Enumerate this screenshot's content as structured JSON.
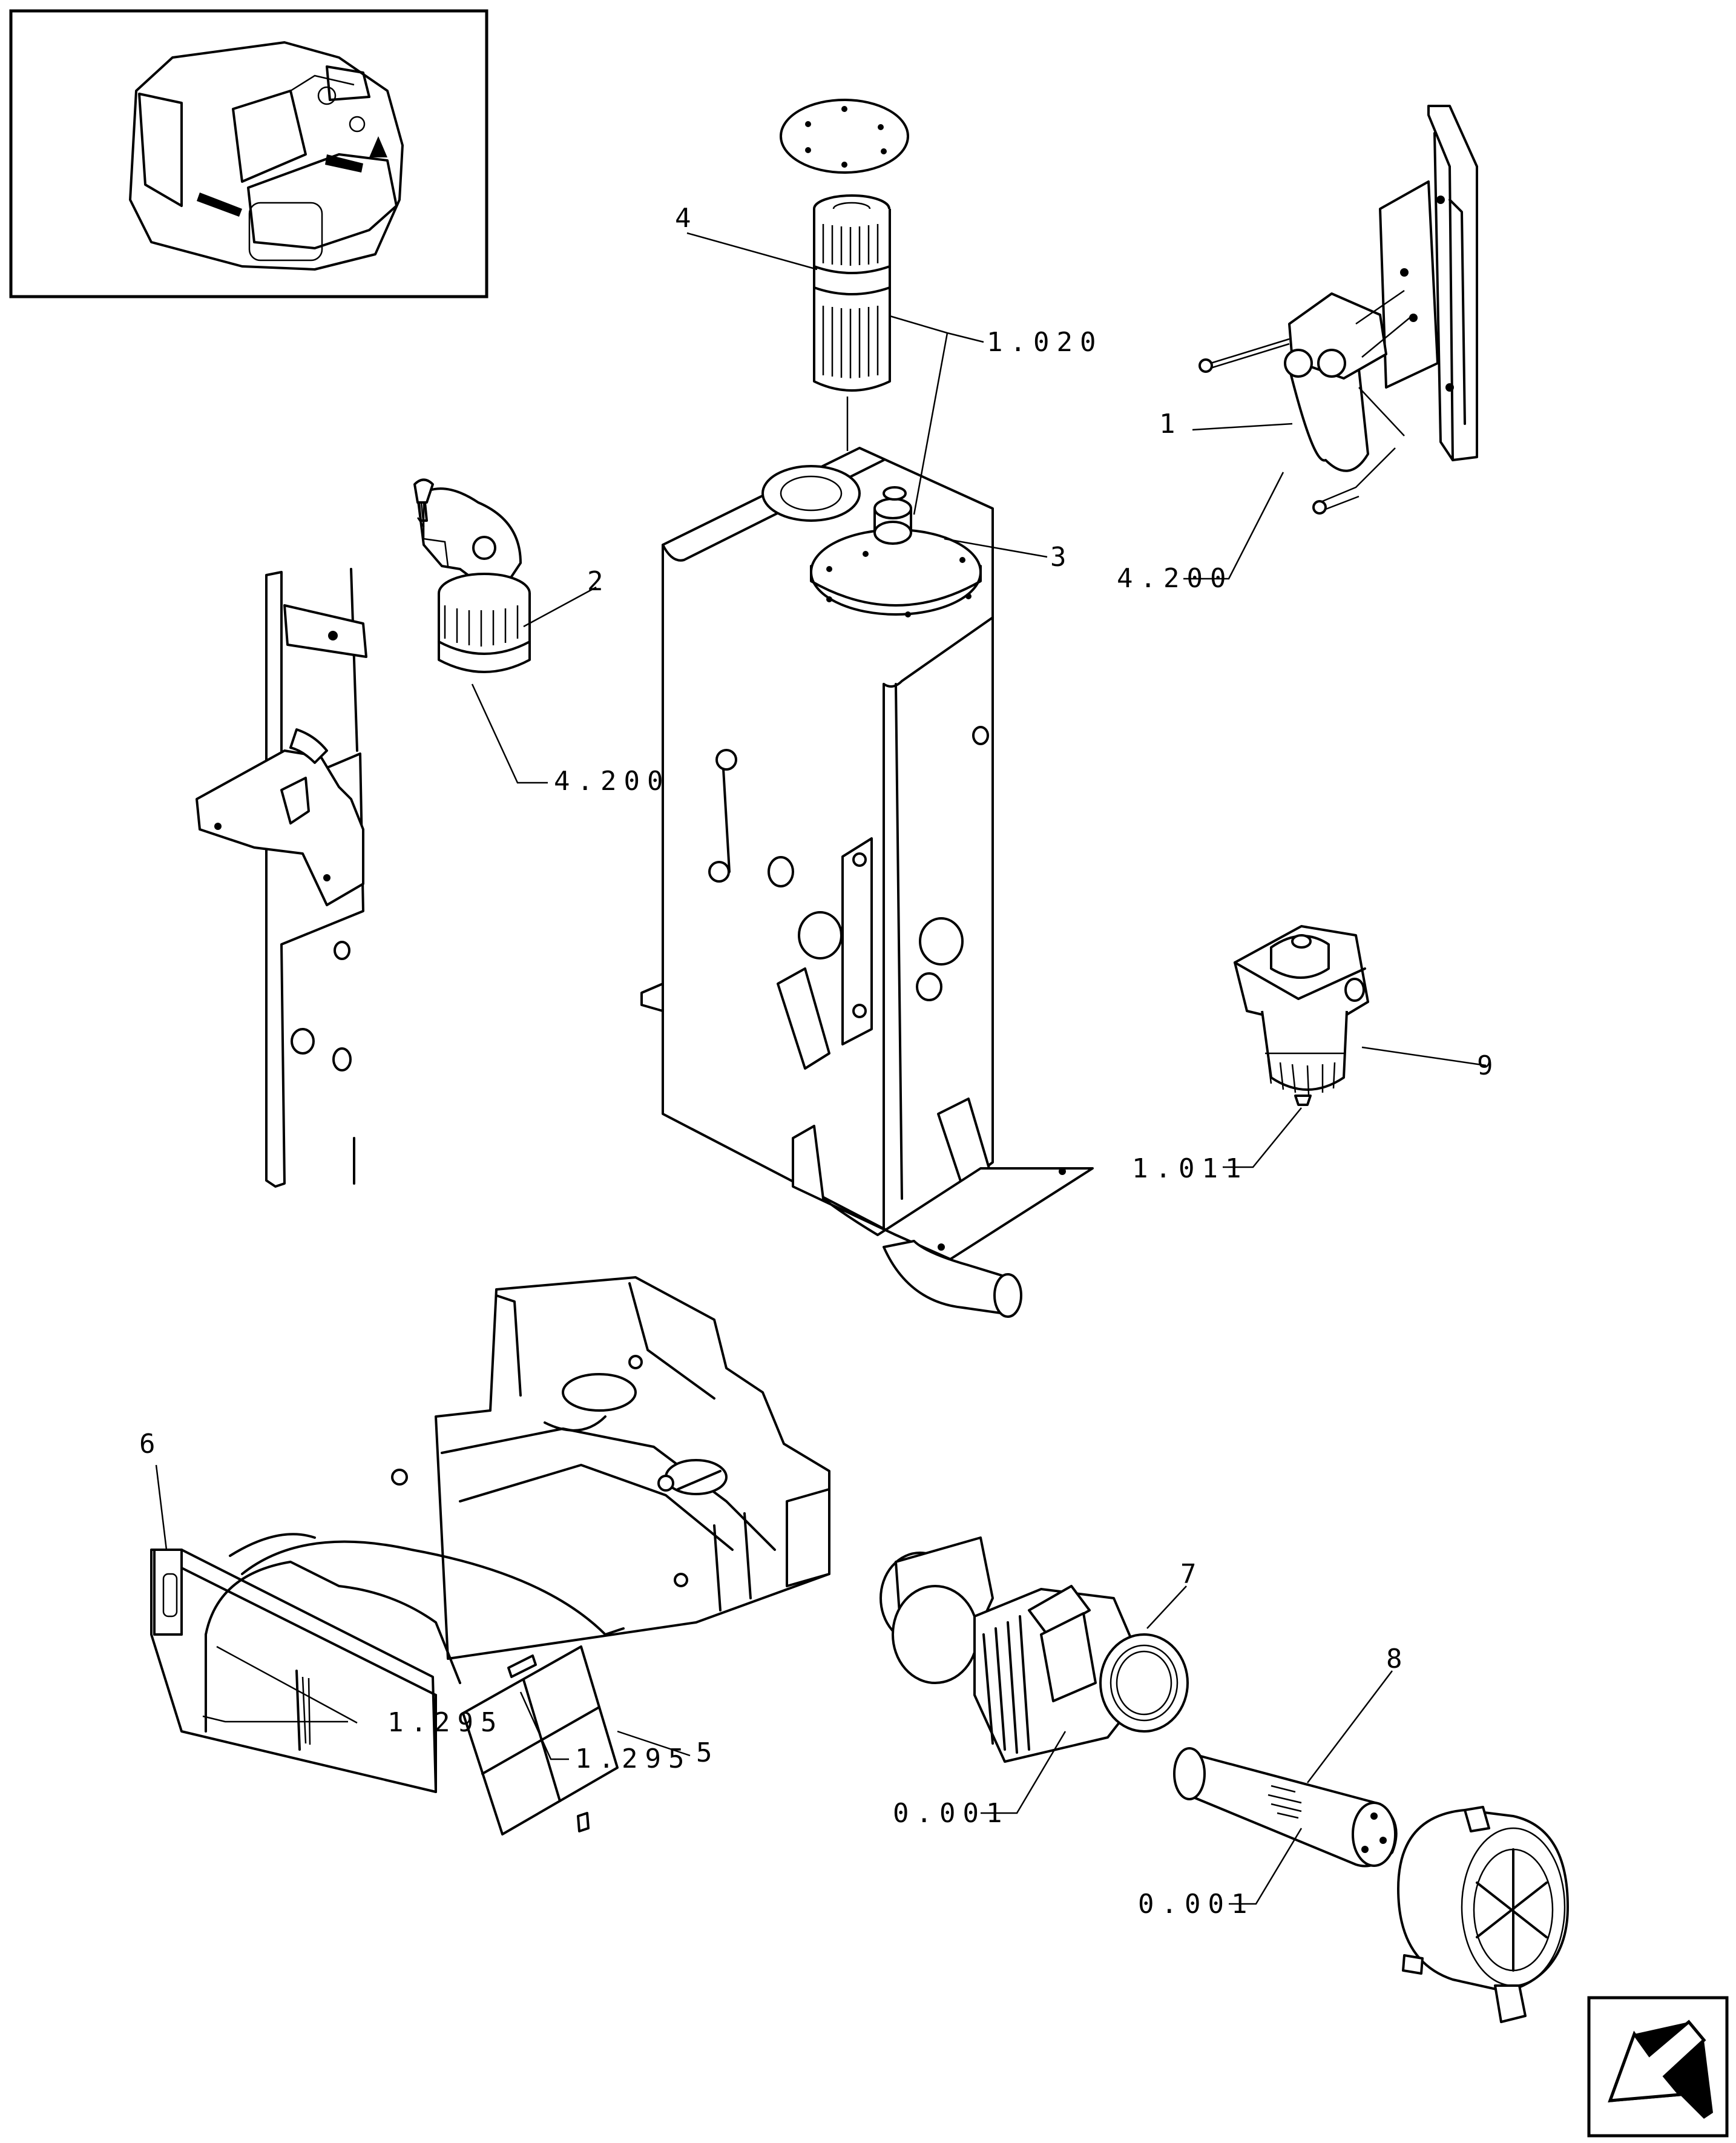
{
  "callouts": {
    "c1": "1",
    "c2": "2",
    "c3": "3",
    "c4": "4",
    "c5": "5",
    "c6": "6",
    "c7": "7",
    "c8": "8",
    "c9": "9",
    "c1020": "1.020",
    "c4200_right": "4.200",
    "c4200_left": "4.200",
    "c1011": "1.011",
    "c1295_left": "1.295",
    "c1295_right": "1.295",
    "c0001_left": "0.001",
    "c0001_right": "0.001"
  },
  "icons": {
    "thumbnail": "excavator-cab-thumbnail-icon",
    "nav": "next-page-arrow-icon"
  }
}
